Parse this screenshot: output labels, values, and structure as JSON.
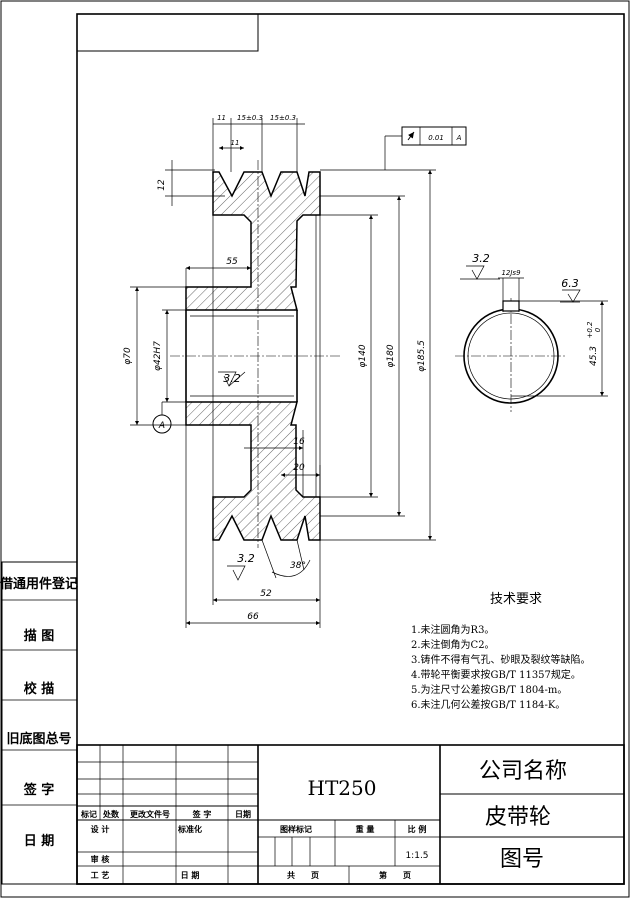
{
  "side_panel": {
    "items": [
      "借通用件登记",
      "描 图",
      "校 描",
      "旧底图总号",
      "签 字",
      "日 期"
    ]
  },
  "tech_requirements": {
    "title": "技术要求",
    "items": [
      "1.未注圆角为R3。",
      "2.未注倒角为C2。",
      "3.铸件不得有气孔、砂眼及裂纹等缺陷。",
      "4.带轮平衡要求按GB/T 11357规定。",
      "5.为注尺寸公差按GB/T 1804-m。",
      "6.未注几何公差按GB/T 1184-K。"
    ]
  },
  "dimensions": {
    "groove_top": "11",
    "groove_pitch_1": "15±0.3",
    "groove_pitch_2": "15±0.3",
    "groove_width": "11",
    "groove_depth": "12",
    "hub_length": "55",
    "d_hub": "φ70",
    "d_bore": "φ42H7",
    "d_root": "φ140",
    "d_pitch": "φ180",
    "d_outer": "φ185.5",
    "web_16": "16",
    "web_20": "20",
    "width_52": "52",
    "width_66": "66",
    "angle": "38°",
    "rough_3_2_a": "3.2",
    "rough_3_2_b": "3.2",
    "rough_3_2_c": "3.2",
    "rough_6_3": "6.3",
    "keyway_width": "12Js9",
    "keyway_depth": "45.3",
    "keyway_tol_upper": "+0.2",
    "keyway_tol_lower": "0",
    "datum": "A",
    "runout_value": "0.01",
    "runout_datum": "A"
  },
  "title_block": {
    "material": "HT250",
    "company": "公司名称",
    "part_name": "皮带轮",
    "drawing_no": "图号",
    "rev_headers": [
      "标记",
      "处数",
      "更改文件号",
      "签 字",
      "日期"
    ],
    "row_design": "设 计",
    "row_standard": "标准化",
    "row_review": "审 核",
    "row_process": "工 艺",
    "row_date": "日 期",
    "stage_mark": "图样标记",
    "weight": "重 量",
    "scale_label": "比 例",
    "scale_value": "1:1.5",
    "total_sheets": "共　　页",
    "sheet_no": "第　　页"
  }
}
